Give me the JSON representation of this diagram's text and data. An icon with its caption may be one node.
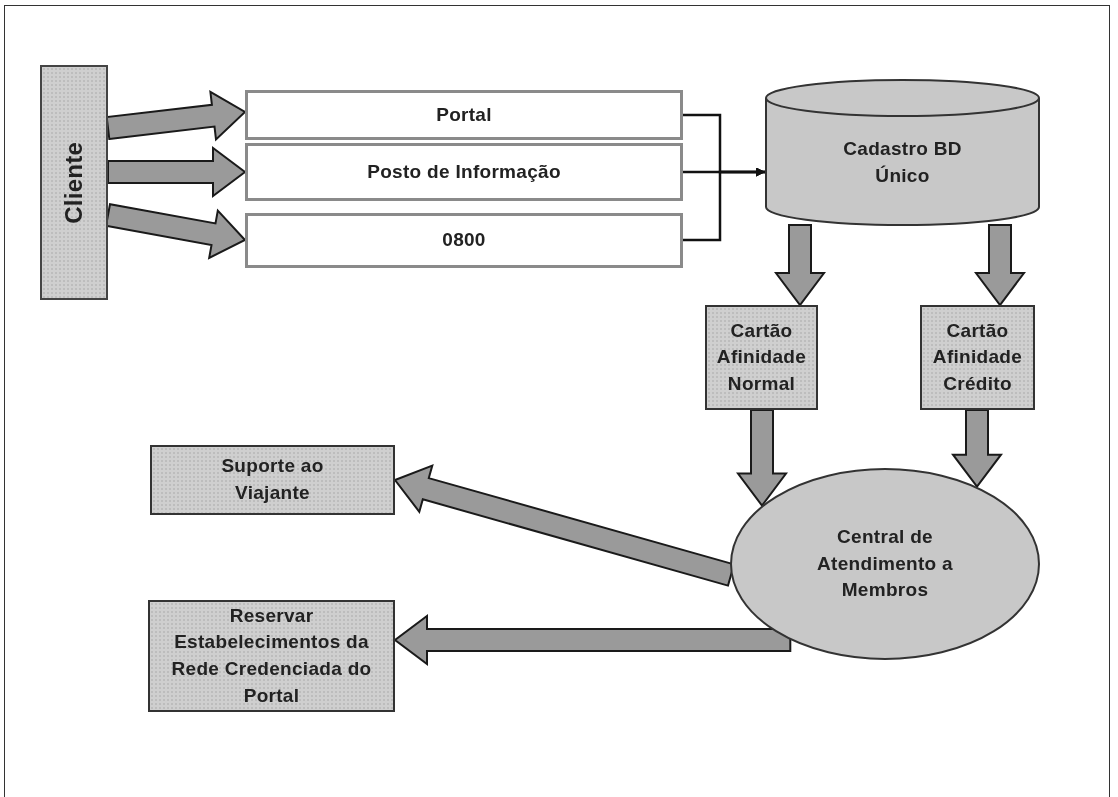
{
  "diagram": {
    "nodes": [
      {
        "text": [
          "Cliente"
        ]
      },
      {
        "text": [
          "Portal"
        ]
      },
      {
        "text": [
          "Posto de Informação"
        ]
      },
      {
        "text": [
          "0800"
        ]
      },
      {
        "text": [
          "Cadastro BD Único"
        ]
      },
      {
        "text": [
          "Cartão Afinidade Normal"
        ]
      },
      {
        "text": [
          "Cartão Afinidade Crédito"
        ]
      },
      {
        "text": [
          "Central de Atendimento a Membros"
        ]
      },
      {
        "text": [
          "Suporte ao Viajante"
        ]
      },
      {
        "text": [
          "Reservar Estabelecimentos da Rede Credenciada do Portal"
        ]
      }
    ],
    "edges": [
      {
        "from": 0,
        "to": 1,
        "arrow": "to",
        "style": "thick"
      },
      {
        "from": 0,
        "to": 2,
        "arrow": "to",
        "style": "thick"
      },
      {
        "from": 0,
        "to": 3,
        "arrow": "to",
        "style": "thick"
      },
      {
        "from": 1,
        "to": 4,
        "arrow": "to"
      },
      {
        "from": 2,
        "to": 4,
        "arrow": "to"
      },
      {
        "from": 3,
        "to": 4,
        "arrow": "to"
      },
      {
        "from": 4,
        "to": 5,
        "arrow": "to",
        "style": "thick"
      },
      {
        "from": 4,
        "to": 6,
        "arrow": "to",
        "style": "thick"
      },
      {
        "from": 5,
        "to": 7,
        "arrow": "to",
        "style": "thick"
      },
      {
        "from": 6,
        "to": 7,
        "arrow": "to",
        "style": "thick"
      },
      {
        "from": 7,
        "to": 8,
        "arrow": "to",
        "style": "thick"
      },
      {
        "from": 7,
        "to": 9,
        "arrow": "to",
        "style": "thick"
      }
    ]
  }
}
